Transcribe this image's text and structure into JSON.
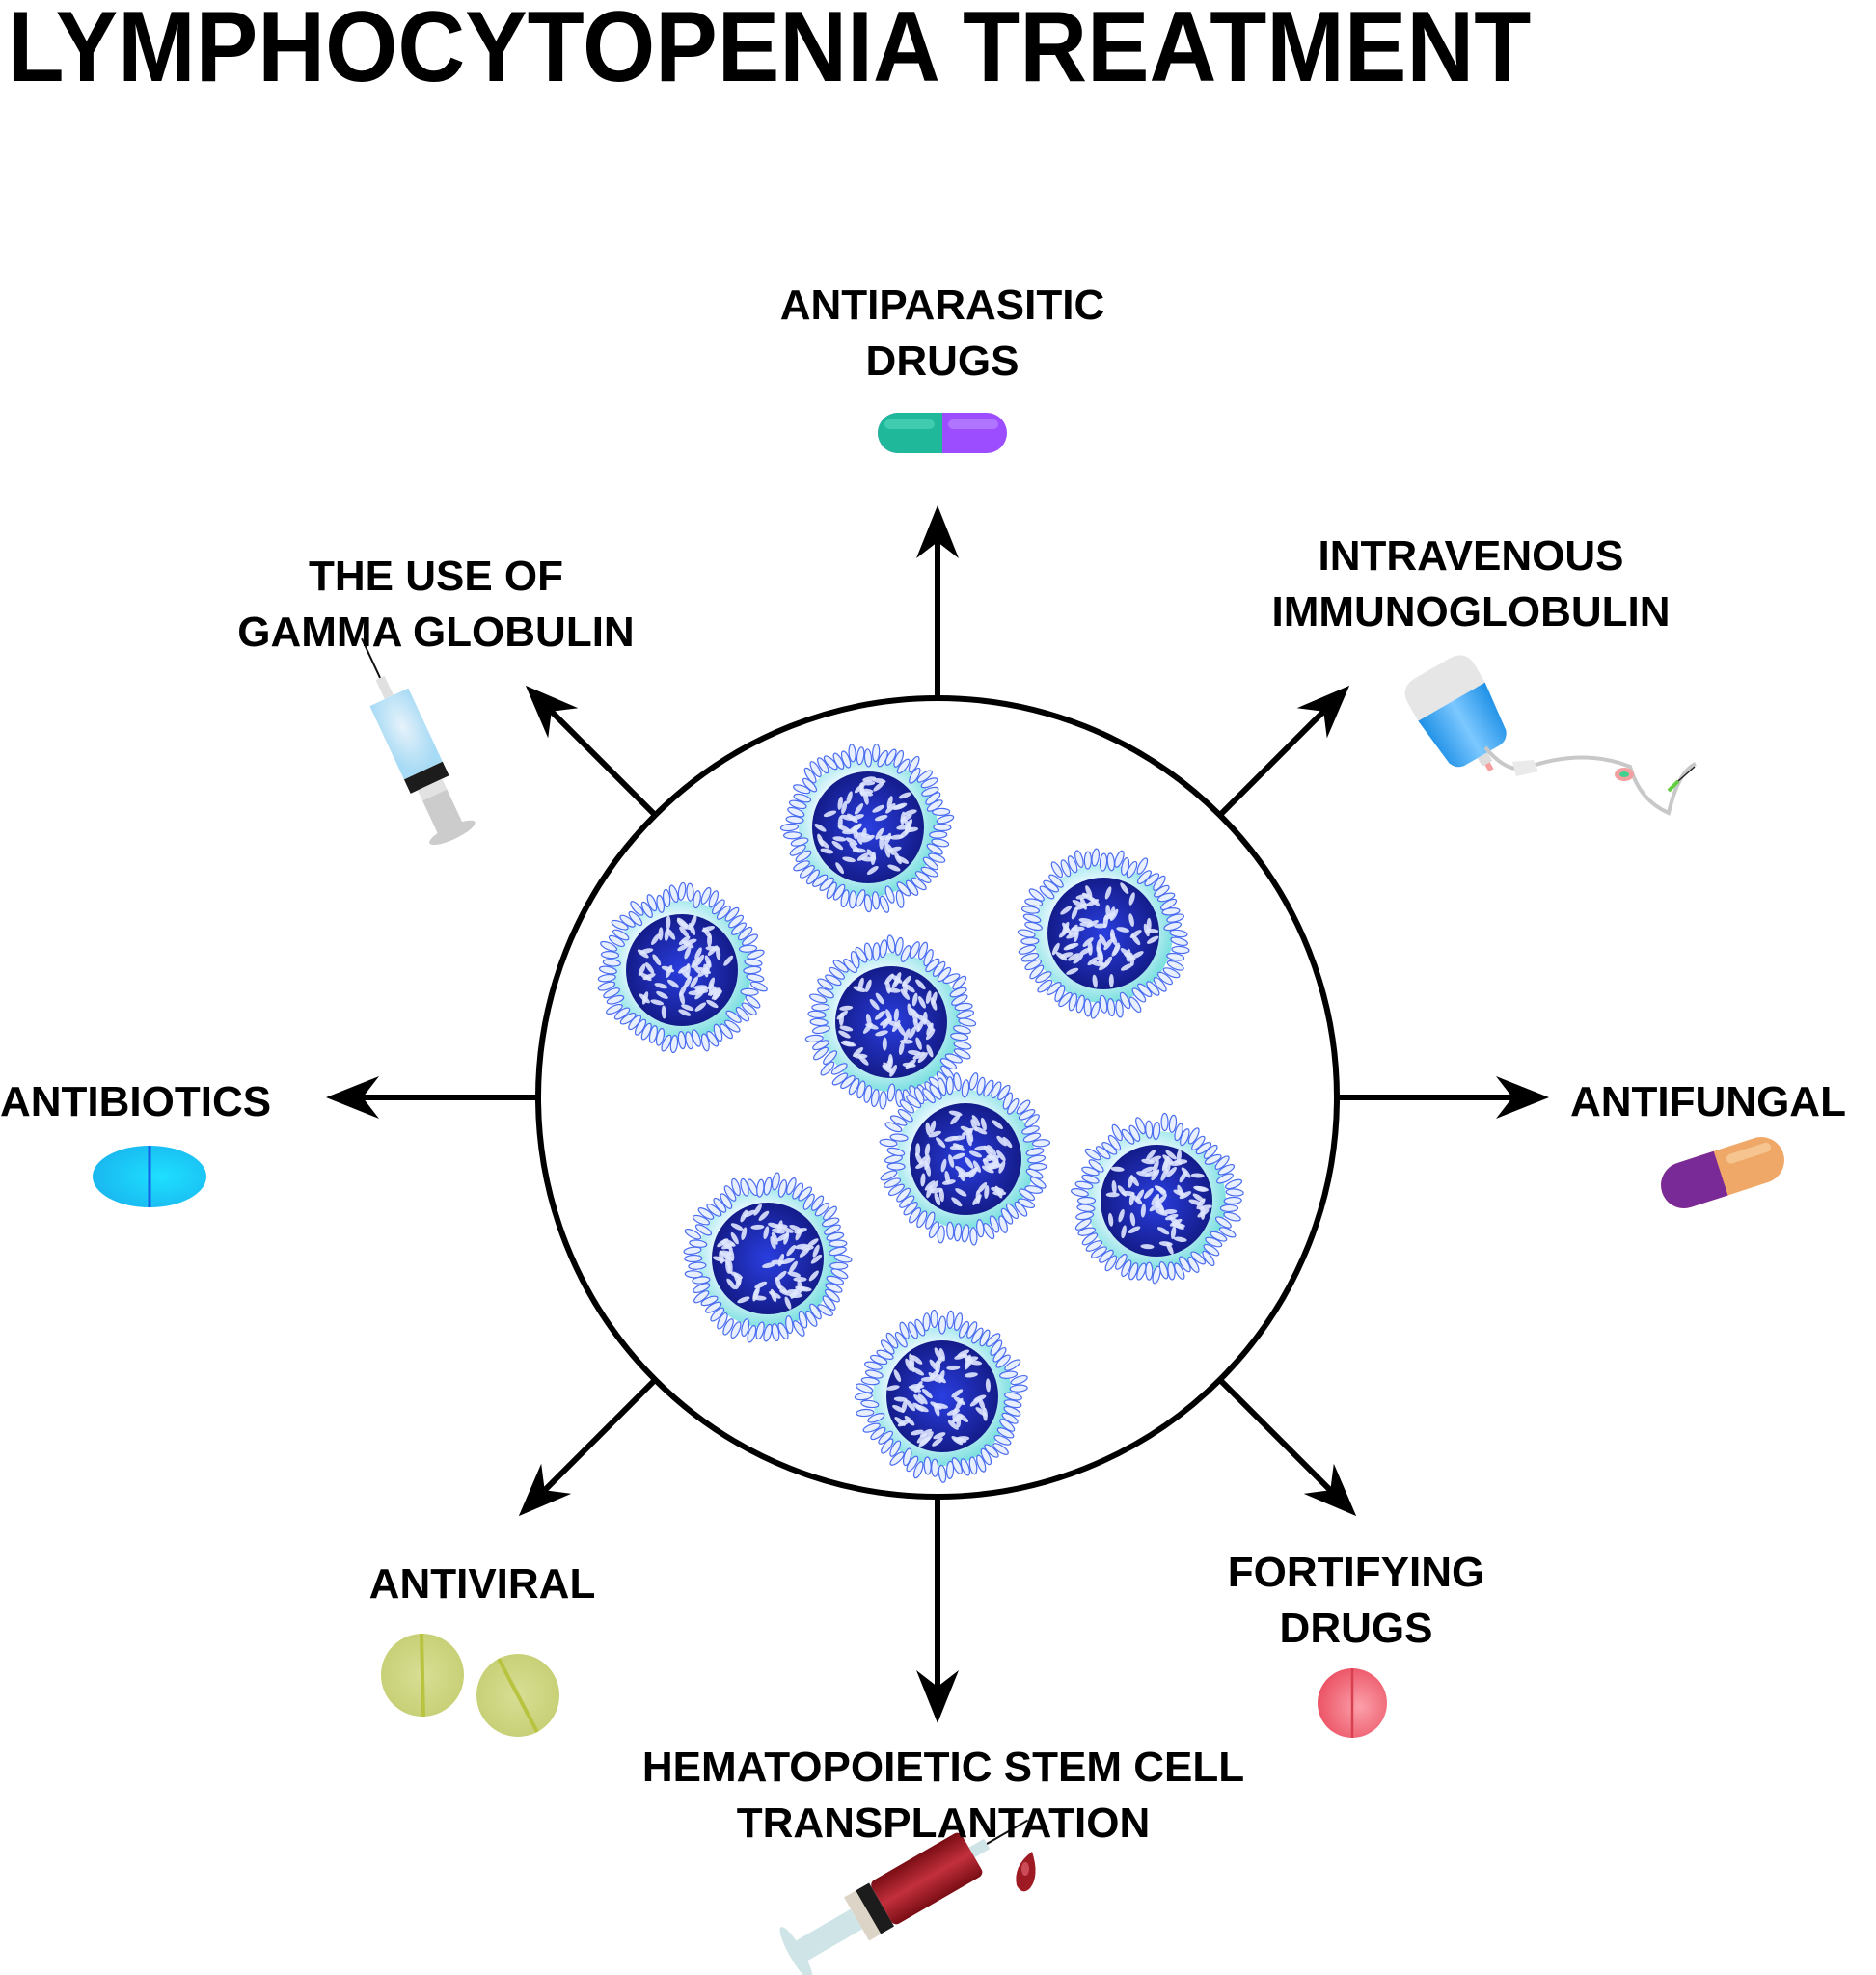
{
  "title": "LYMPHOCYTOPENIA TREATMENT",
  "center": {
    "name": "lymphocytes-circle",
    "cell_count": 8
  },
  "treatments": [
    {
      "id": "antiparasitic",
      "lines": [
        "ANTIPARASITIC",
        "DRUGS"
      ],
      "icon": "capsule-icon",
      "colors": [
        "#1fb89a",
        "#9b4dff"
      ]
    },
    {
      "id": "intravenous-immunoglobulin",
      "lines": [
        "INTRAVENOUS",
        "IMMUNOGLOBULIN"
      ],
      "icon": "iv-drip-icon",
      "colors": [
        "#2aa8f5",
        "#e6e6e6"
      ]
    },
    {
      "id": "antifungal",
      "lines": [
        "ANTIFUNGAL"
      ],
      "icon": "capsule-icon",
      "colors": [
        "#7a2a96",
        "#f0a868"
      ]
    },
    {
      "id": "fortifying",
      "lines": [
        "FORTIFYING",
        "DRUGS"
      ],
      "icon": "round-pill-icon",
      "colors": [
        "#f26a7a"
      ]
    },
    {
      "id": "stem-cell",
      "lines": [
        "HEMATOPOIETIC STEM CELL",
        "TRANSPLANTATION"
      ],
      "icon": "blood-syringe-icon",
      "colors": [
        "#a5151f",
        "#cfe4e6"
      ]
    },
    {
      "id": "antiviral",
      "lines": [
        "ANTIVIRAL"
      ],
      "icon": "round-pills-icon",
      "colors": [
        "#cdd67e"
      ]
    },
    {
      "id": "antibiotics",
      "lines": [
        "ANTIBIOTICS"
      ],
      "icon": "oval-tablet-icon",
      "colors": [
        "#14c8f5"
      ]
    },
    {
      "id": "gamma-globulin",
      "lines": [
        "THE USE OF",
        "GAMMA GLOBULIN"
      ],
      "icon": "syringe-icon",
      "colors": [
        "#a8dbf5",
        "#cccccc"
      ]
    }
  ],
  "colors": {
    "cell_core": "#1e2bb8",
    "cell_halo": "#8ee8e8",
    "spike": "#4a6cf0",
    "line": "#000000"
  }
}
